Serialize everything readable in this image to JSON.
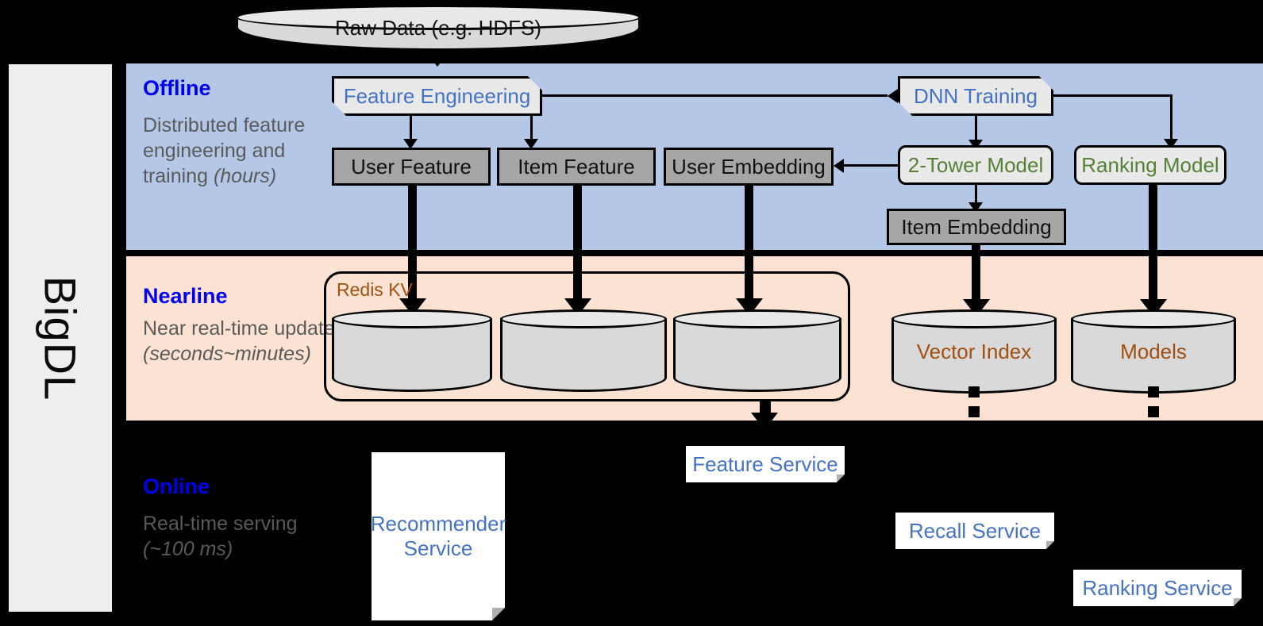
{
  "platform": {
    "name": "BigDL"
  },
  "source": {
    "label": "Raw Data (e.g. HDFS)"
  },
  "bands": {
    "offline": {
      "title": "Offline",
      "subtitle_main": "Distributed feature engineering and training ",
      "subtitle_italic": "(hours)"
    },
    "nearline": {
      "title": "Nearline",
      "subtitle_main": "Near real-time update ",
      "subtitle_italic": "(seconds~minutes)"
    },
    "online": {
      "title": "Online",
      "subtitle_main": "Real-time serving ",
      "subtitle_italic": "(~100 ms)"
    }
  },
  "offline_nodes": {
    "feature_engineering": "Feature Engineering",
    "dnn_training": "DNN Training",
    "user_feature": "User Feature",
    "item_feature": "Item Feature",
    "user_embedding": "User Embedding",
    "two_tower_model": "2-Tower Model",
    "ranking_model": "Ranking Model",
    "item_embedding": "Item Embedding"
  },
  "nearline_nodes": {
    "redis_kv": "Redis KV",
    "vector_index": "Vector Index",
    "models": "Models"
  },
  "online_nodes": {
    "recommender_service": "Recommender Service",
    "feature_service": "Feature Service",
    "recall_service": "Recall Service",
    "ranking_service": "Ranking Service"
  },
  "colors": {
    "offline_band": "#b4c7e7",
    "nearline_band": "#fbe2d3",
    "online_band": "#000000",
    "band_title": "#0000f0",
    "band_subtitle": "#5a5a5a",
    "process_blue_text": "#4472c4",
    "process_green_text": "#548235",
    "store_gray_fill": "#a6a6a6",
    "cylinder_fill": "#d9d9d9",
    "storage_label_brown": "#a24f12",
    "rail_fill": "#eeeeee"
  }
}
